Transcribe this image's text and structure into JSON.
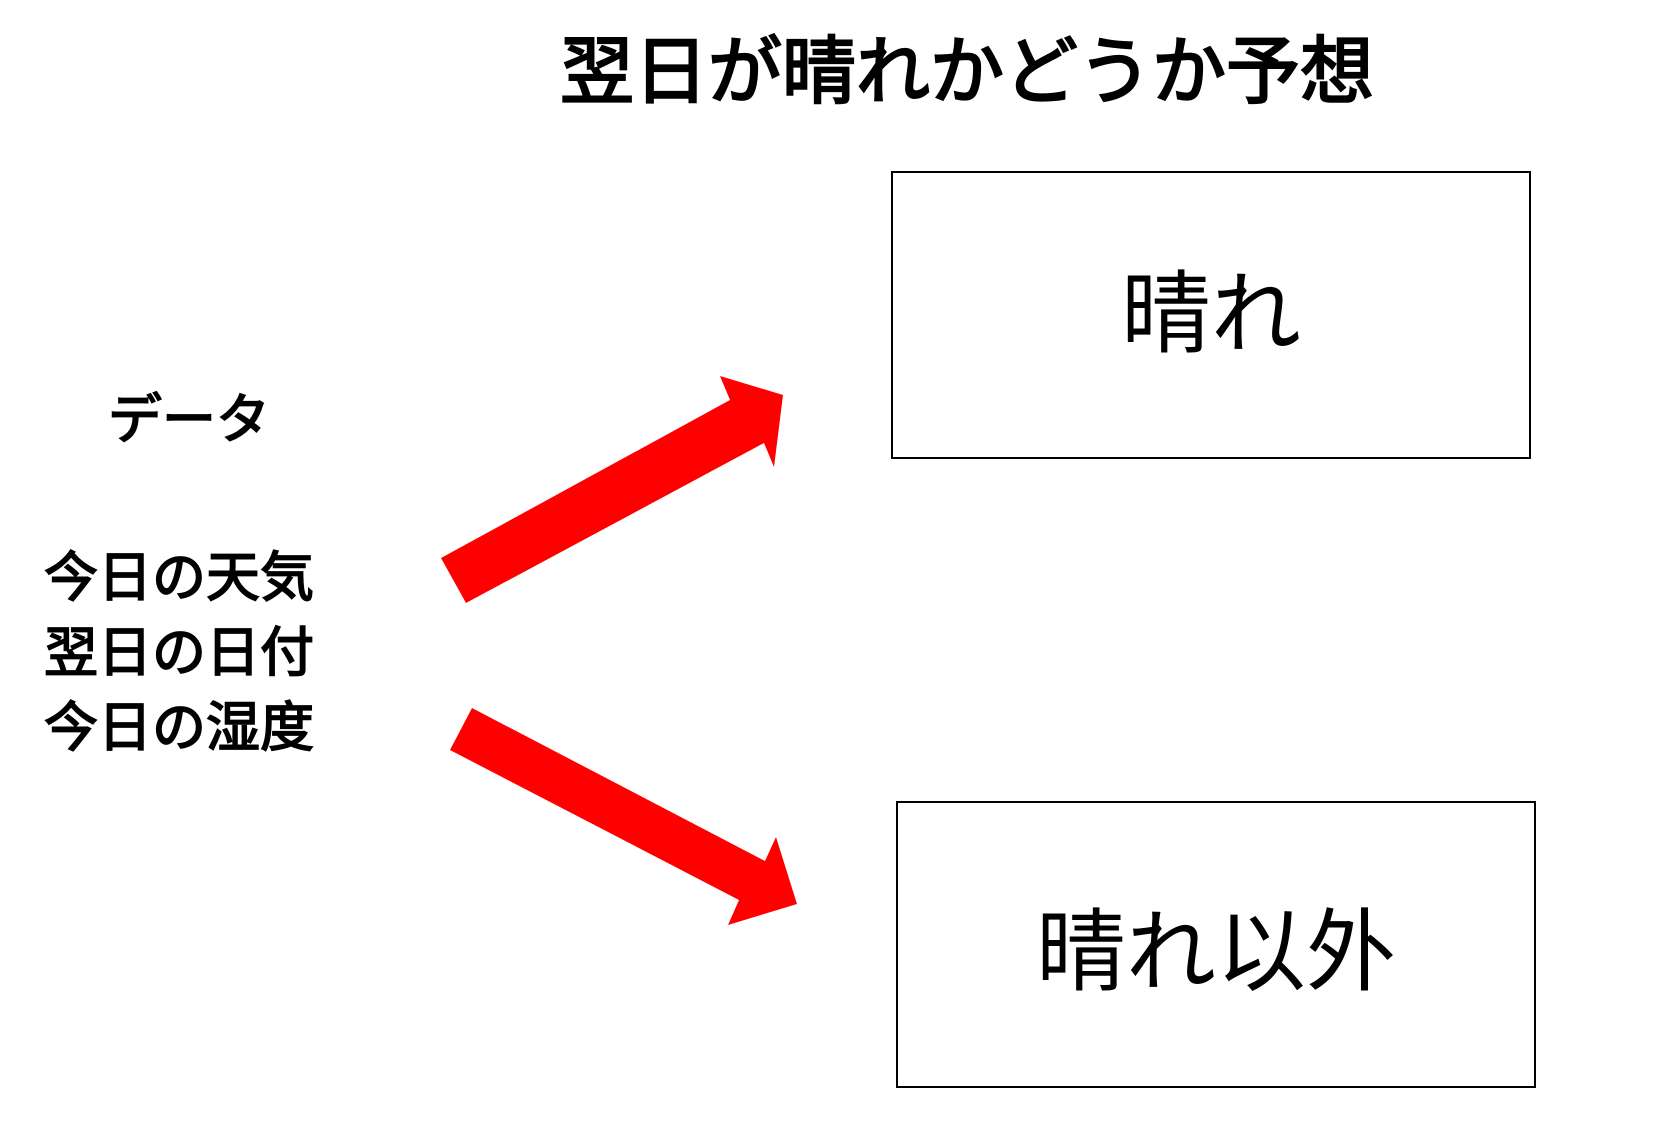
{
  "title": "翌日が晴れかどうか予想",
  "data_section": {
    "heading": "データ",
    "items": [
      "今日の天気",
      "翌日の日付",
      "今日の湿度"
    ]
  },
  "outcomes": {
    "sunny": "晴れ",
    "not_sunny": "晴れ以外"
  },
  "colors": {
    "arrow": "#ff0000",
    "text": "#000000",
    "box_border": "#000000",
    "background": "#ffffff"
  }
}
